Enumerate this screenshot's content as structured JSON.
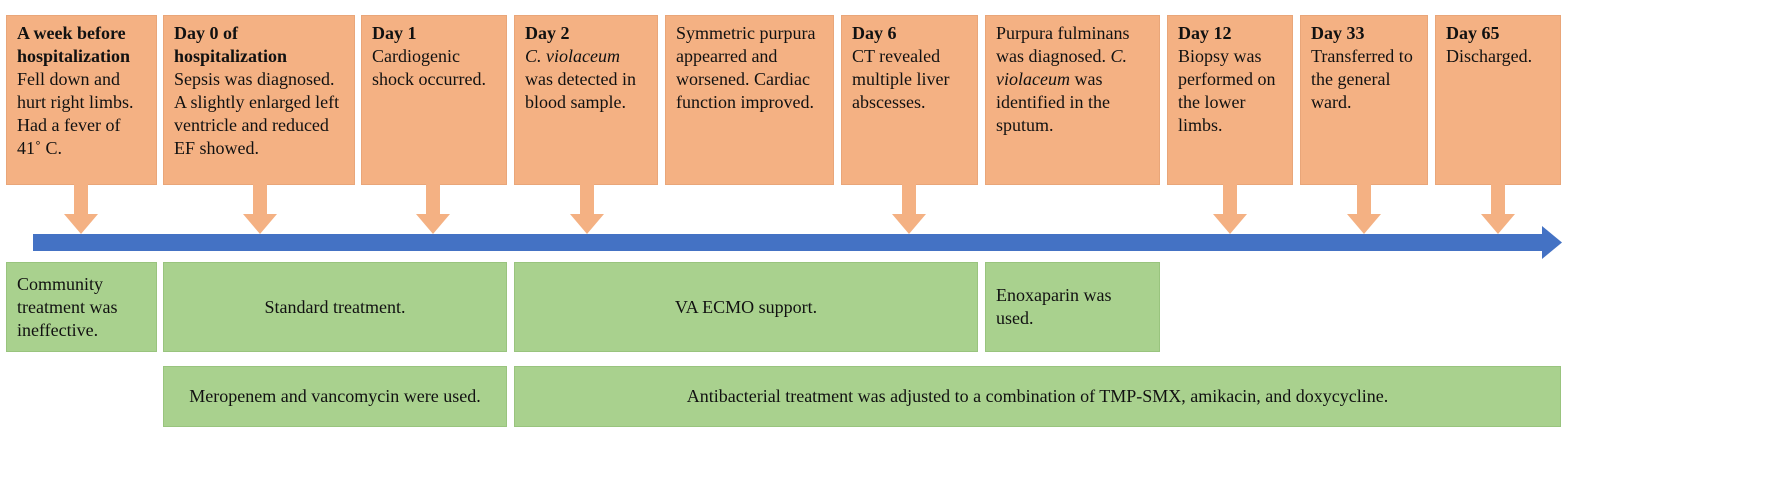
{
  "events": [
    {
      "heading": "A week before hospitalization",
      "lines": [
        "Fell down and hurt right limbs.",
        "Had a fever of 41˚ C."
      ]
    },
    {
      "heading": "Day 0 of hospitalization",
      "lines": [
        "Sepsis was diagnosed. A slightly enlarged left ventricle and reduced EF showed."
      ]
    },
    {
      "heading": "Day 1",
      "lines": [
        "Cardiogenic shock occurred."
      ]
    },
    {
      "heading": "Day 2",
      "italic": "C. violaceum",
      "lines": [
        "was detected in blood sample."
      ]
    },
    {
      "heading": "",
      "lines": [
        "Symmetric purpura appearred and worsened. Cardiac function improved."
      ]
    },
    {
      "heading": "Day 6",
      "lines": [
        "CT revealed multiple liver abscesses."
      ]
    },
    {
      "heading": "",
      "lines": [
        "Purpura fulminans was diagnosed."
      ],
      "italic": "C. violaceum",
      "tail": "was identified in the sputum."
    },
    {
      "heading": "Day 12",
      "lines": [
        "Biopsy was performed on the lower limbs."
      ]
    },
    {
      "heading": "Day 33",
      "lines": [
        "Transferred to the general ward."
      ]
    },
    {
      "heading": "Day 65",
      "lines": [
        "Discharged."
      ]
    }
  ],
  "treatments_row1": [
    {
      "text": "Community treatment was ineffective."
    },
    {
      "text": "Standard treatment."
    },
    {
      "text": "VA ECMO support."
    },
    {
      "text": "Enoxaparin was used."
    }
  ],
  "treatments_row2": [
    {
      "text": "Meropenem and vancomycin were used."
    },
    {
      "text": "Antibacterial treatment was adjusted to a combination of  TMP-SMX, amikacin, and doxycycline."
    }
  ],
  "colors": {
    "event": "#f4b183",
    "treatment": "#a9d18e",
    "timeline": "#4472c4"
  }
}
